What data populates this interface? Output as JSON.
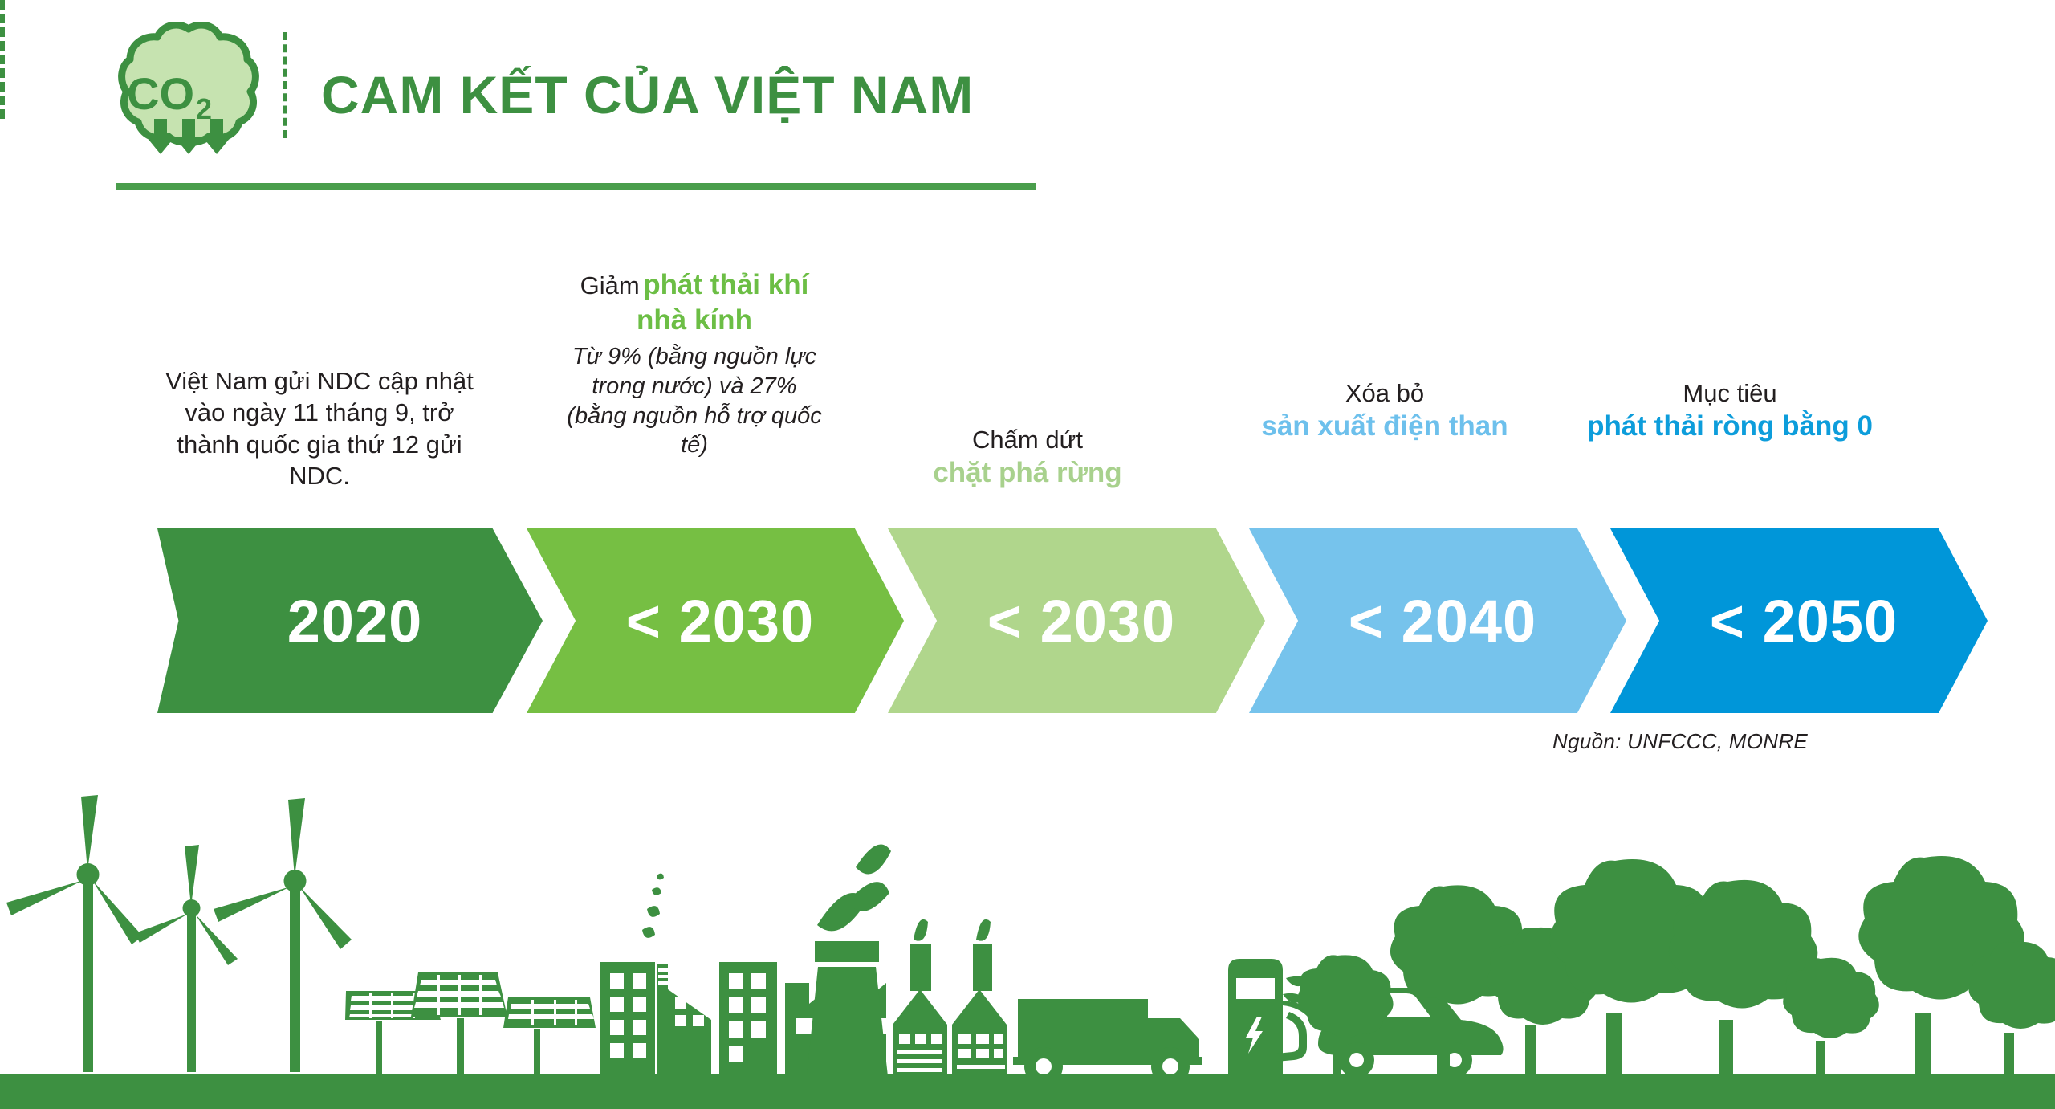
{
  "header": {
    "logo_label": "CO",
    "logo_sub": "2",
    "title": "CAM KẾT  CỦA VIỆT NAM",
    "accent_green": "#3d9041"
  },
  "captions": [
    {
      "id": "cap0",
      "line_regular": "Việt Nam gửi NDC cập nhật vào ngày 11 tháng 9, trở thành quốc gia thứ 12 gửi NDC.",
      "line_bold": "",
      "line_italic": "",
      "bold_color": ""
    },
    {
      "id": "cap1",
      "line_regular": "Giảm",
      "line_bold": "phát thải khí nhà kính",
      "line_italic": "Từ 9% (bằng nguồn lực trong nước) và 27% (bằng nguồn hỗ trợ quốc tế)",
      "bold_color": "#6cbe45"
    },
    {
      "id": "cap2",
      "line_regular": "Chấm dứt",
      "line_bold": "chặt phá rừng",
      "line_italic": "",
      "bold_color": "#a8d18d"
    },
    {
      "id": "cap3",
      "line_regular": "Xóa bỏ",
      "line_bold": "sản xuất điện than",
      "line_italic": "",
      "bold_color": "#6dc0ec"
    },
    {
      "id": "cap4",
      "line_regular": "Mục tiêu",
      "line_bold": "phát thải ròng bằng 0",
      "line_italic": "",
      "bold_color": "#0d9ddb"
    }
  ],
  "timeline": {
    "steps": [
      {
        "label": "2020",
        "color": "#3d9041"
      },
      {
        "label": "< 2030",
        "color": "#76bf43"
      },
      {
        "label": "< 2030",
        "color": "#b0d68c"
      },
      {
        "label": "< 2040",
        "color": "#76c3ec"
      },
      {
        "label": "< 2050",
        "color": "#0096d9"
      }
    ]
  },
  "source": "Nguồn: UNFCCC, MONRE",
  "scene": {
    "fill": "#3d9041",
    "ground_label": "ground-strip",
    "items": [
      "wind-turbine",
      "wind-turbine",
      "wind-turbine",
      "solar-panel",
      "solar-panel",
      "solar-panel",
      "factory-building",
      "smokestack-leaf",
      "truck",
      "ev-charging-station",
      "electric-car",
      "tree"
    ]
  }
}
